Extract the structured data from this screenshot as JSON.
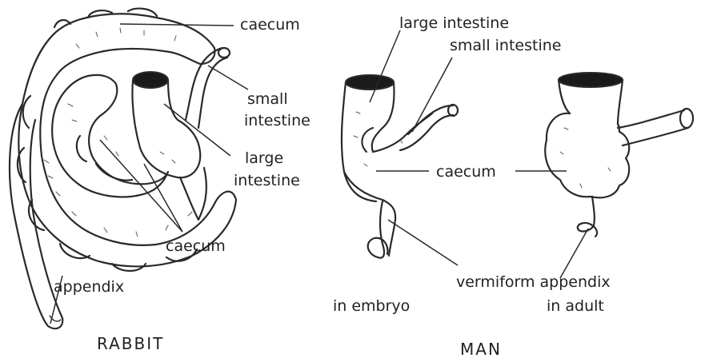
{
  "rabbit": {
    "caption": "RABBIT",
    "labels": {
      "caecum_top": "caecum",
      "small_intestine_1": "small",
      "small_intestine_2": "intestine",
      "large_intestine_1": "large",
      "large_intestine_2": "intestine",
      "caecum_bottom": "caecum",
      "appendix": "appendix"
    }
  },
  "man": {
    "caption": "MAN",
    "labels": {
      "large_intestine": "large intestine",
      "small_intestine": "small intestine",
      "caecum": "caecum",
      "vermiform_appendix": "vermiform appendix",
      "in_embryo": "in embryo",
      "in_adult": "in adult"
    }
  }
}
